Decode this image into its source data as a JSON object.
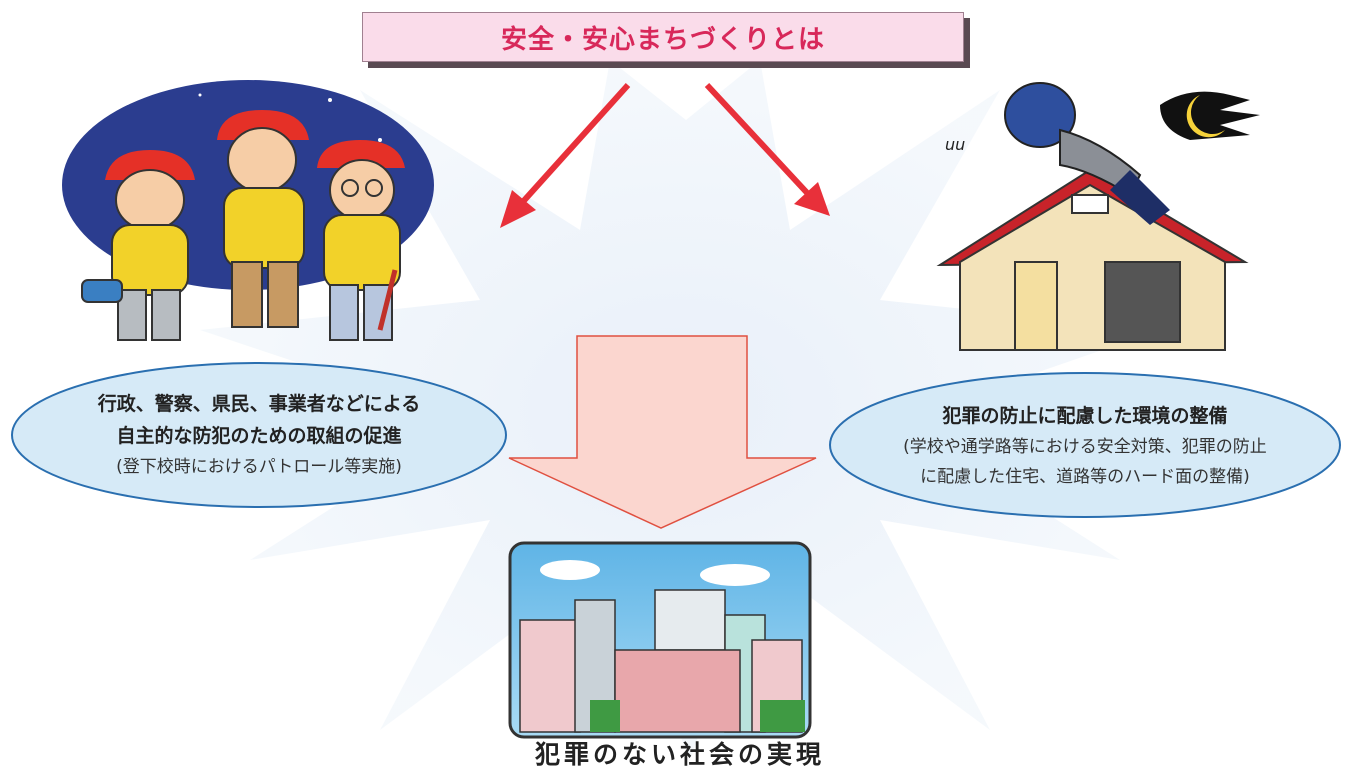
{
  "title": "安全・安心まちづくりとは",
  "left_bubble": {
    "line1": "行政、警察、県民、事業者などによる",
    "line2": "自主的な防犯のための取組の促進",
    "line3": "(登下校時におけるパトロール等実施)"
  },
  "right_bubble": {
    "line1": "犯罪の防止に配慮した環境の整備",
    "line2": "(学校や通学路等における安全対策、犯罪の防止",
    "line3": "に配慮した住宅、道路等のハード面の整備)"
  },
  "result_label": "犯罪のない社会の実現",
  "colors": {
    "title_text": "#d8285a",
    "title_bg": "#fadcea",
    "arrow_red": "#e8303a",
    "ellipse_fill": "#d6eaf7",
    "ellipse_stroke": "#2a6fb0",
    "down_arrow_fill": "#fbd6cf",
    "down_arrow_stroke": "#e05040",
    "burst": "#e2ebf6"
  },
  "icons": {
    "left_illustration": "patrol-people-illustration",
    "right_illustration": "burglar-on-house-illustration",
    "bottom_illustration": "city-buildings-illustration"
  }
}
